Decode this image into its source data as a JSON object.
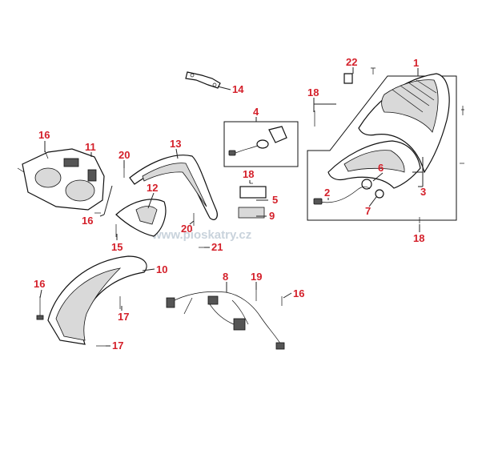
{
  "diagram": {
    "label_color": "#d4202a",
    "line_color": "#222222",
    "watermark": "www.pioskatry.cz",
    "labels": [
      "1",
      "2",
      "3",
      "4",
      "5",
      "6",
      "7",
      "8",
      "9",
      "10",
      "11",
      "12",
      "13",
      "14",
      "15",
      "16",
      "16",
      "16",
      "16",
      "17",
      "17",
      "18",
      "18",
      "18",
      "19",
      "20",
      "20",
      "21",
      "22"
    ]
  }
}
